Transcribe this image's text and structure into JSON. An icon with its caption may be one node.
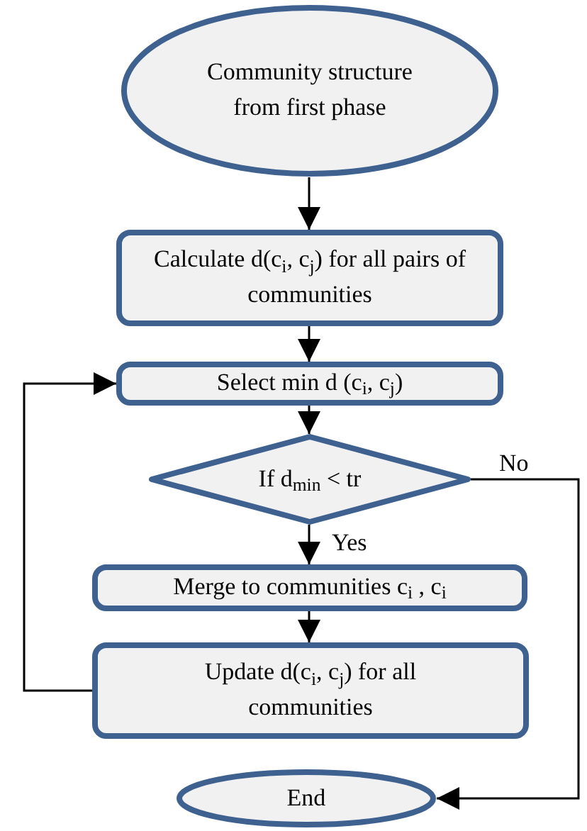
{
  "diagram": {
    "nodes": [
      {
        "text": [
          "Community structure from first phase"
        ]
      },
      {
        "text": [
          "Calculate d(c$_{i}$, c$_{j}$) for all pairs of communities"
        ]
      },
      {
        "text": [
          "Select min d (c$_{i}$, c$_{j}$)"
        ]
      },
      {
        "text": [
          "If d$_{min}$ < tr"
        ]
      },
      {
        "text": [
          "Merge to communities c$_{i}$ , c$_{i}$"
        ]
      },
      {
        "text": [
          "Update d(c$_{i}$, c$_{j}$) for all communities"
        ]
      },
      {
        "text": [
          "End"
        ]
      }
    ],
    "edges": [
      {
        "from": 0,
        "to": 1,
        "arrow": "to"
      },
      {
        "from": 1,
        "to": 2,
        "arrow": "to"
      },
      {
        "from": 2,
        "to": 3,
        "arrow": "to"
      },
      {
        "from": 3,
        "to": 4,
        "arrow": "to",
        "label": "Yes"
      },
      {
        "from": 4,
        "to": 5,
        "arrow": "to"
      },
      {
        "from": 5,
        "to": 2,
        "arrow": "to"
      },
      {
        "from": 3,
        "to": 6,
        "arrow": "to",
        "label": "No"
      }
    ]
  }
}
